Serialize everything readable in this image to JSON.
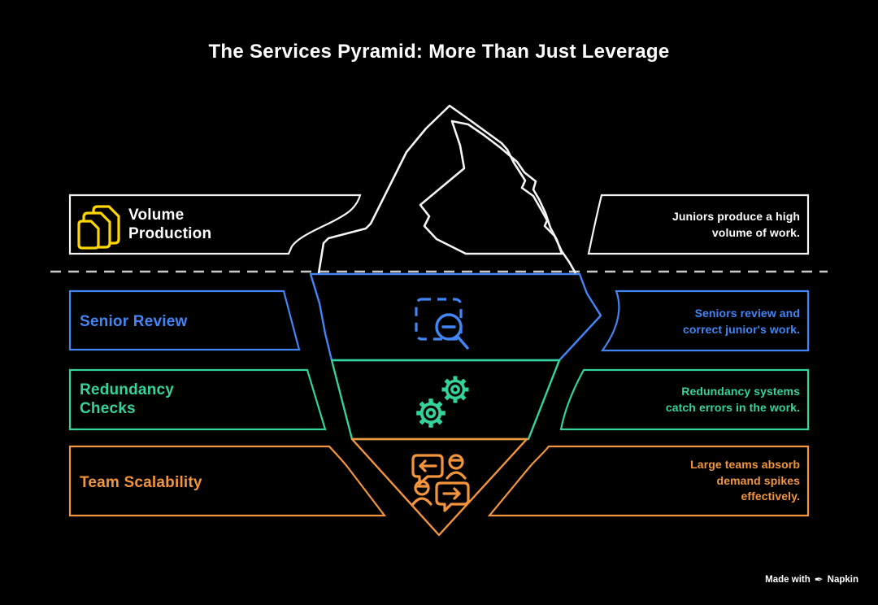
{
  "title": "The Services Pyramid: More Than Just Leverage",
  "bands": [
    {
      "label": "Volume Production",
      "description": "Juniors produce a high volume of work.",
      "color": "#FFFFFF",
      "icon": "documents-icon",
      "icon_color": "#FFD700"
    },
    {
      "label": "Senior Review",
      "description": "Seniors review and correct junior's work.",
      "color": "#4285F4",
      "icon": "zoom-out-magnifier-icon"
    },
    {
      "label": "Redundancy Checks",
      "description": "Redundancy systems catch errors in the work.",
      "color": "#34D399",
      "icon": "gears-icon"
    },
    {
      "label": "Team Scalability",
      "description": "Large teams absorb demand spikes effectively.",
      "color": "#F3953C",
      "icon": "team-chat-icon"
    }
  ],
  "watermark": {
    "made_with": "Made with",
    "brand": "Napkin"
  },
  "colors": {
    "background": "#000000",
    "waterline_dash": "#C9C9C9",
    "iceberg_above_water": "#F5F5F5",
    "tier_volume": "#FFFFFF",
    "tier_senior_review": "#4285F4",
    "tier_redundancy": "#34D399",
    "tier_team": "#F3953C",
    "documents_icon": "#FFD700"
  }
}
